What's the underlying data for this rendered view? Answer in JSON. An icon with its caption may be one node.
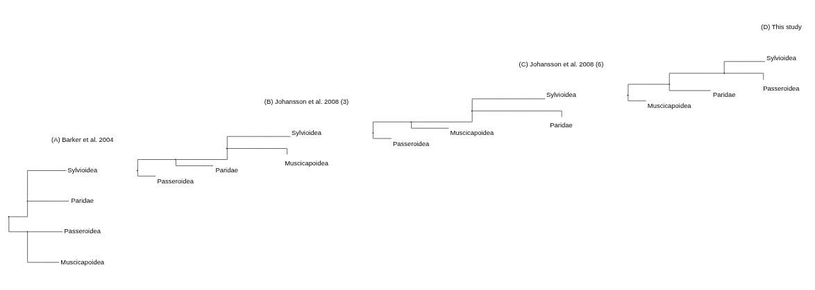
{
  "diagram": {
    "nodes": [
      {
        "text": [],
        "shape": "point"
      },
      {
        "text": [],
        "shape": "point"
      },
      {
        "text": [],
        "shape": "point"
      },
      {
        "text": [
          "Sylvioidea"
        ]
      },
      {
        "text": [
          "Paridae"
        ]
      },
      {
        "text": [
          "Passeroidea"
        ]
      },
      {
        "text": [
          "Muscicapoidea"
        ]
      },
      {
        "text": [],
        "shape": "point"
      },
      {
        "text": [],
        "shape": "point"
      },
      {
        "text": [],
        "shape": "point"
      },
      {
        "text": [
          "Passeroidea"
        ]
      },
      {
        "text": [
          "Paridae"
        ]
      },
      {
        "text": [
          "Sylvioidea"
        ]
      },
      {
        "text": [
          "Muscicapoidea"
        ]
      },
      {
        "text": [],
        "shape": "point"
      },
      {
        "text": [],
        "shape": "point"
      },
      {
        "text": [],
        "shape": "point"
      },
      {
        "text": [
          "Passeroidea"
        ]
      },
      {
        "text": [
          "Muscicapoidea"
        ]
      },
      {
        "text": [
          "Sylvioidea"
        ]
      },
      {
        "text": [
          "Paridae"
        ]
      },
      {
        "text": [],
        "shape": "point"
      },
      {
        "text": [],
        "shape": "point"
      },
      {
        "text": [],
        "shape": "point"
      },
      {
        "text": [
          "Muscicapoidea"
        ]
      },
      {
        "text": [
          "Paridae"
        ]
      },
      {
        "text": [
          "Sylvioidea"
        ]
      },
      {
        "text": [
          "Passeroidea"
        ]
      }
    ],
    "edges": [
      {
        "from": 0,
        "to": 1,
        "arrow": "none"
      },
      {
        "from": 0,
        "to": 2,
        "arrow": "none"
      },
      {
        "from": 1,
        "to": 3,
        "arrow": "none"
      },
      {
        "from": 1,
        "to": 4,
        "arrow": "none"
      },
      {
        "from": 2,
        "to": 5,
        "arrow": "none"
      },
      {
        "from": 2,
        "to": 6,
        "arrow": "none"
      },
      {
        "from": 7,
        "to": 10,
        "arrow": "none"
      },
      {
        "from": 7,
        "to": 8,
        "arrow": "none"
      },
      {
        "from": 8,
        "to": 11,
        "arrow": "none"
      },
      {
        "from": 8,
        "to": 9,
        "arrow": "none"
      },
      {
        "from": 9,
        "to": 12,
        "arrow": "none"
      },
      {
        "from": 9,
        "to": 13,
        "arrow": "none"
      },
      {
        "from": 14,
        "to": 17,
        "arrow": "none"
      },
      {
        "from": 14,
        "to": 15,
        "arrow": "none"
      },
      {
        "from": 15,
        "to": 18,
        "arrow": "none"
      },
      {
        "from": 15,
        "to": 16,
        "arrow": "none"
      },
      {
        "from": 16,
        "to": 19,
        "arrow": "none"
      },
      {
        "from": 16,
        "to": 20,
        "arrow": "none"
      },
      {
        "from": 21,
        "to": 24,
        "arrow": "none"
      },
      {
        "from": 21,
        "to": 22,
        "arrow": "none"
      },
      {
        "from": 22,
        "to": 25,
        "arrow": "none"
      },
      {
        "from": 22,
        "to": 23,
        "arrow": "none"
      },
      {
        "from": 23,
        "to": 26,
        "arrow": "none"
      },
      {
        "from": 23,
        "to": 27,
        "arrow": "none"
      }
    ],
    "labels": [
      "(A) Barker et al. 2004",
      "(B) Johansson et al. 2008 (3)",
      "(C) Johansson et al. 2008 (6)",
      "(D) This study"
    ]
  }
}
